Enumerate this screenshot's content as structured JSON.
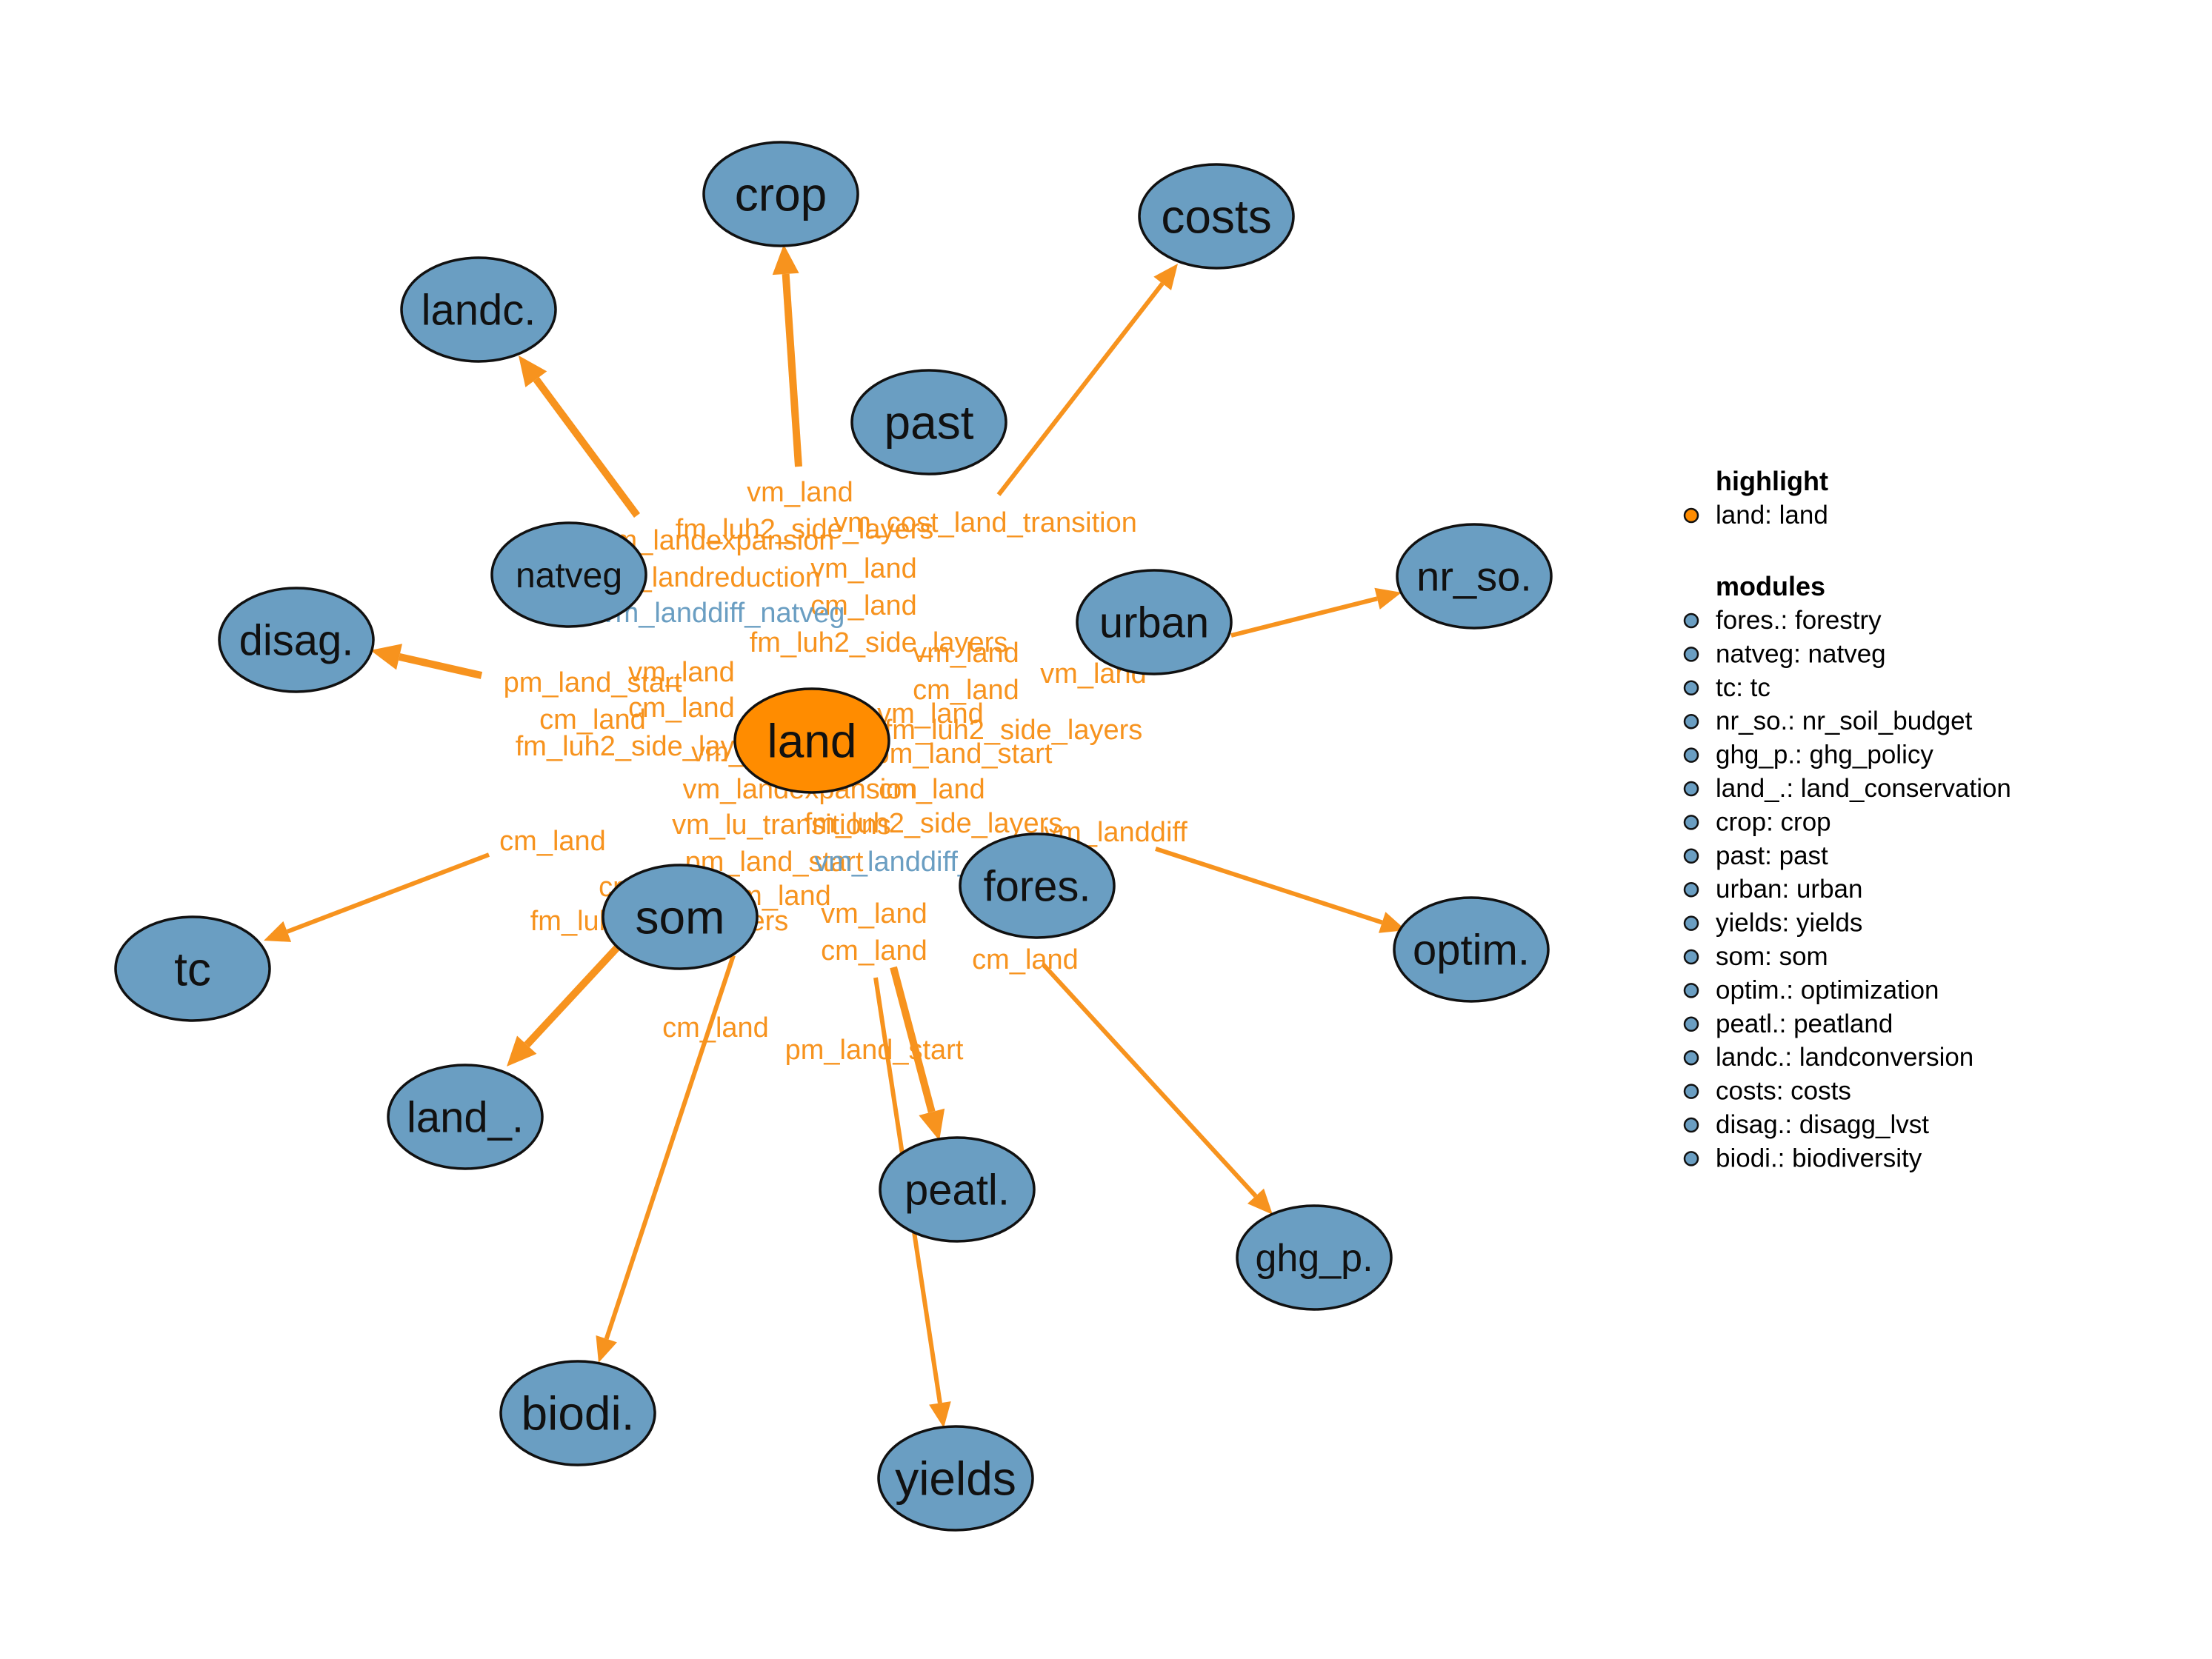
{
  "colors": {
    "edge": "#f7931e",
    "edge_label": "#f7931e",
    "edge_label_blue": "#6a9ec2",
    "module_fill": "#6a9ec2",
    "highlight_fill": "#ff8c00",
    "outline": "#111111"
  },
  "nodes": [
    {
      "id": "land",
      "label": "land",
      "highlight": true
    },
    {
      "id": "crop",
      "label": "crop"
    },
    {
      "id": "costs",
      "label": "costs"
    },
    {
      "id": "landc",
      "label": "landc."
    },
    {
      "id": "past",
      "label": "past"
    },
    {
      "id": "natveg",
      "label": "natveg"
    },
    {
      "id": "urban",
      "label": "urban"
    },
    {
      "id": "nr_so",
      "label": "nr_so."
    },
    {
      "id": "disag",
      "label": "disag."
    },
    {
      "id": "fores",
      "label": "fores."
    },
    {
      "id": "som",
      "label": "som"
    },
    {
      "id": "optim",
      "label": "optim."
    },
    {
      "id": "tc",
      "label": "tc"
    },
    {
      "id": "land_",
      "label": "land_."
    },
    {
      "id": "peatl",
      "label": "peatl."
    },
    {
      "id": "ghg_p",
      "label": "ghg_p."
    },
    {
      "id": "biodi",
      "label": "biodi."
    },
    {
      "id": "yields",
      "label": "yields"
    }
  ],
  "edges": [
    {
      "from": "land",
      "to": "crop"
    },
    {
      "from": "land",
      "to": "costs"
    },
    {
      "from": "land",
      "to": "landc"
    },
    {
      "from": "land",
      "to": "disag"
    },
    {
      "from": "land",
      "to": "nr_so"
    },
    {
      "from": "land",
      "to": "tc"
    },
    {
      "from": "land",
      "to": "optim"
    },
    {
      "from": "land",
      "to": "land_"
    },
    {
      "from": "land",
      "to": "peatl"
    },
    {
      "from": "land",
      "to": "ghg_p"
    },
    {
      "from": "land",
      "to": "biodi"
    },
    {
      "from": "land",
      "to": "yields"
    }
  ],
  "edge_labels": [
    {
      "text": "vm_land",
      "color": "orange"
    },
    {
      "text": "fm_luh2_side_layers",
      "color": "orange"
    },
    {
      "text": "vm_cost_land_transition",
      "color": "orange"
    },
    {
      "text": "vm_landexpansion",
      "color": "orange"
    },
    {
      "text": "vm_land",
      "color": "orange"
    },
    {
      "text": "vm_landreduction",
      "color": "orange"
    },
    {
      "text": "cm_land",
      "color": "orange"
    },
    {
      "text": "vm_landdiff_natveg",
      "color": "blue"
    },
    {
      "text": "fm_luh2_side_layers",
      "color": "orange"
    },
    {
      "text": "vm_land",
      "color": "orange"
    },
    {
      "text": "vm_land",
      "color": "orange"
    },
    {
      "text": "vm_land",
      "color": "orange"
    },
    {
      "text": "pm_land_start",
      "color": "orange"
    },
    {
      "text": "cm_land",
      "color": "orange"
    },
    {
      "text": "cm_land",
      "color": "orange"
    },
    {
      "text": "cm_land",
      "color": "orange"
    },
    {
      "text": "vm_land",
      "color": "orange"
    },
    {
      "text": "fm_luh2_side_layers",
      "color": "orange"
    },
    {
      "text": "fm_luh2_side_layers",
      "color": "orange"
    },
    {
      "text": "vm_land",
      "color": "orange"
    },
    {
      "text": "pm_land_start",
      "color": "orange"
    },
    {
      "text": "vm_landexpansion",
      "color": "orange"
    },
    {
      "text": "cm_land",
      "color": "orange"
    },
    {
      "text": "vm_lu_transitions",
      "color": "orange"
    },
    {
      "text": "fm_luh2_side_layers",
      "color": "orange"
    },
    {
      "text": "vm_landdiff",
      "color": "orange"
    },
    {
      "text": "cm_land",
      "color": "orange"
    },
    {
      "text": "pm_land_start",
      "color": "orange"
    },
    {
      "text": "vm_landdiff_forestry",
      "color": "blue"
    },
    {
      "text": "cm_land",
      "color": "orange"
    },
    {
      "text": "cm_land",
      "color": "orange"
    },
    {
      "text": "fm_luh2_side_layers",
      "color": "orange"
    },
    {
      "text": "vm_land",
      "color": "orange"
    },
    {
      "text": "cm_land",
      "color": "orange"
    },
    {
      "text": "cm_land",
      "color": "orange"
    },
    {
      "text": "cm_land",
      "color": "orange"
    },
    {
      "text": "pm_land_start",
      "color": "orange"
    }
  ],
  "legend": {
    "highlight_title": "highlight",
    "highlight_items": [
      {
        "text": "land: land"
      }
    ],
    "modules_title": "modules",
    "modules_items": [
      {
        "text": "fores.: forestry"
      },
      {
        "text": "natveg: natveg"
      },
      {
        "text": "tc: tc"
      },
      {
        "text": "nr_so.: nr_soil_budget"
      },
      {
        "text": "ghg_p.: ghg_policy"
      },
      {
        "text": "land_.: land_conservation"
      },
      {
        "text": "crop: crop"
      },
      {
        "text": "past: past"
      },
      {
        "text": "urban: urban"
      },
      {
        "text": "yields: yields"
      },
      {
        "text": "som: som"
      },
      {
        "text": "optim.: optimization"
      },
      {
        "text": "peatl.: peatland"
      },
      {
        "text": "landc.: landconversion"
      },
      {
        "text": "costs: costs"
      },
      {
        "text": "disag.: disagg_lvst"
      },
      {
        "text": "biodi.: biodiversity"
      }
    ]
  }
}
